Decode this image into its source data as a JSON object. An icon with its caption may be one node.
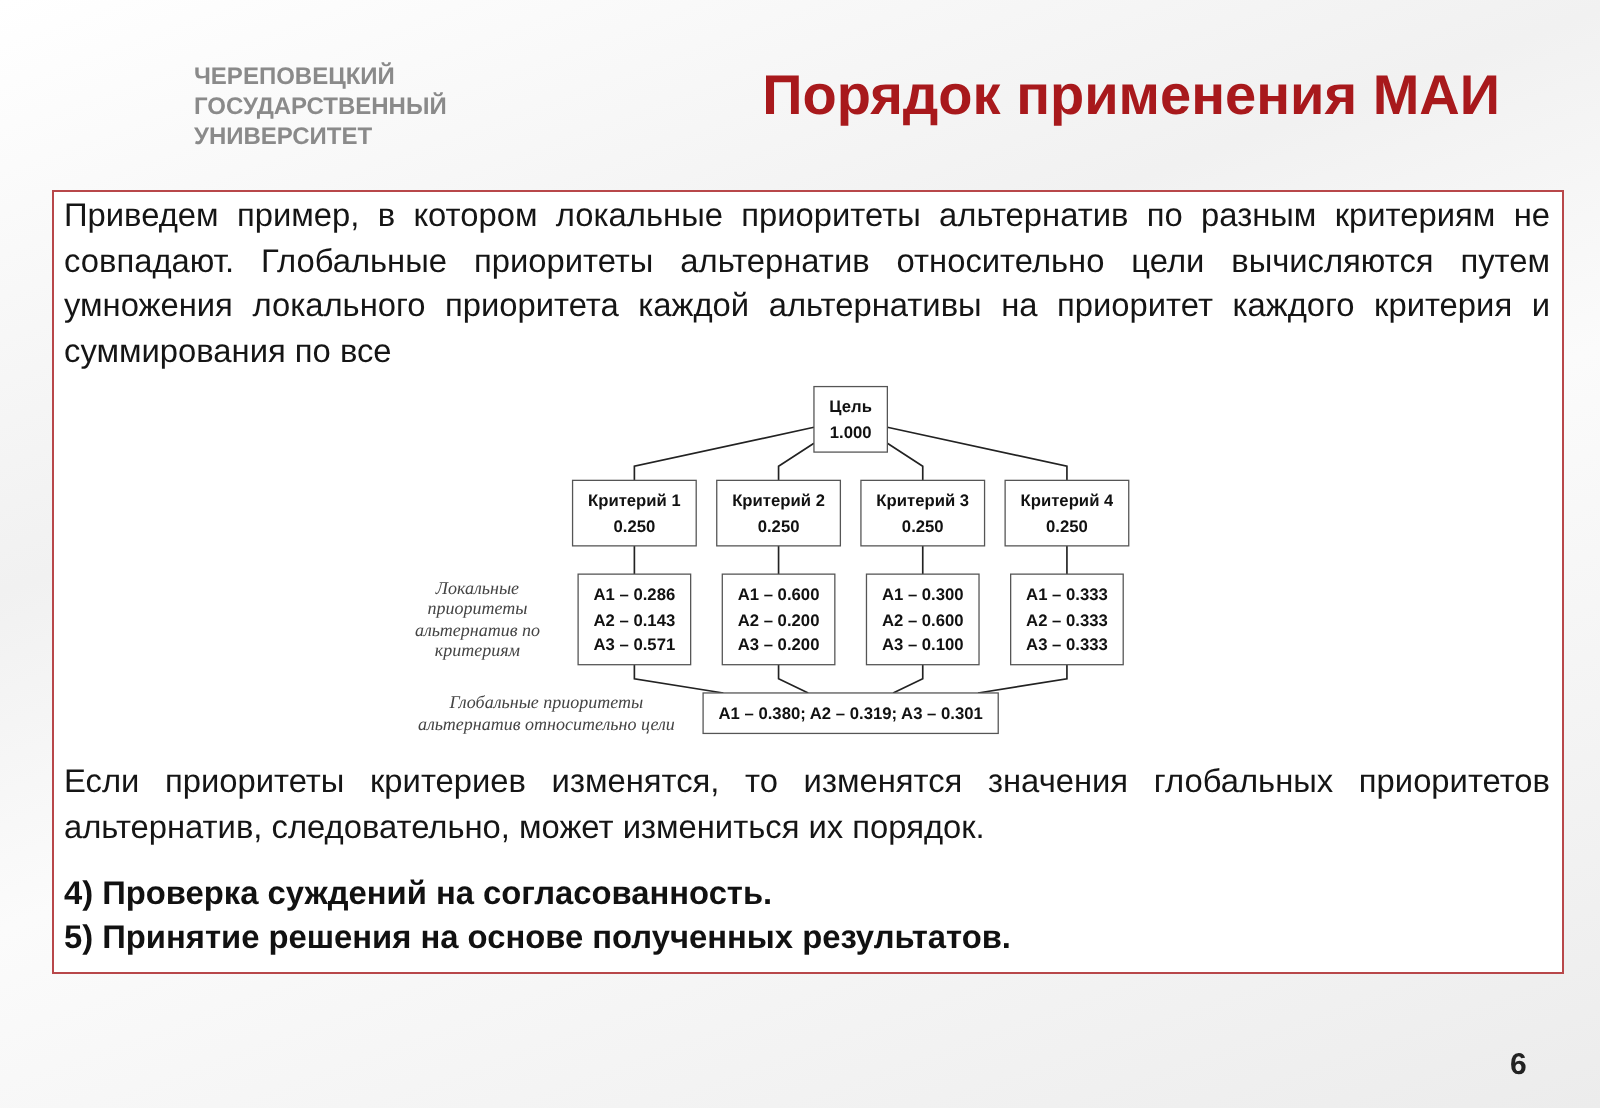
{
  "diagram": {
    "title": "Порядок применения МАИ",
    "nodes": [
      {
        "text": [
          "Цель",
          "1.000"
        ]
      },
      {
        "text": [
          "Критерий 1",
          "0.250"
        ]
      },
      {
        "text": [
          "Критерий 2",
          "0.250"
        ]
      },
      {
        "text": [
          "Критерий 3",
          "0.250"
        ]
      },
      {
        "text": [
          "Критерий 4",
          "0.250"
        ]
      },
      {
        "text": [
          "A1 – 0.286",
          "A2 – 0.143",
          "A3 – 0.571"
        ]
      },
      {
        "text": [
          "A1 – 0.600",
          "A2 – 0.200",
          "A3 – 0.200"
        ]
      },
      {
        "text": [
          "A1 – 0.300",
          "A2 – 0.600",
          "A3 – 0.100"
        ]
      },
      {
        "text": [
          "A1 – 0.333",
          "A2 – 0.333",
          "A3 – 0.333"
        ]
      },
      {
        "text": [
          "A1 – 0.380;   A2 – 0.319;   A3 – 0.301"
        ],
        "beside": [
          "Глобальные приоритеты альтернатив относительно цели"
        ]
      }
    ],
    "edges": [
      {
        "from": 0,
        "to": 1,
        "arrow": "none"
      },
      {
        "from": 0,
        "to": 2,
        "arrow": "none"
      },
      {
        "from": 0,
        "to": 3,
        "arrow": "none"
      },
      {
        "from": 0,
        "to": 4,
        "arrow": "none"
      },
      {
        "from": 1,
        "to": 5,
        "arrow": "none"
      },
      {
        "from": 2,
        "to": 6,
        "arrow": "none"
      },
      {
        "from": 3,
        "to": 7,
        "arrow": "none"
      },
      {
        "from": 4,
        "to": 8,
        "arrow": "none"
      },
      {
        "from": 5,
        "to": 9,
        "arrow": "none"
      },
      {
        "from": 6,
        "to": 9,
        "arrow": "none"
      },
      {
        "from": 7,
        "to": 9,
        "arrow": "none"
      },
      {
        "from": 8,
        "to": 9,
        "arrow": "none"
      }
    ],
    "labels": [
      "ЧЕРЕПОВЕЦКИЙ ГОСУДАРСТВЕННЫЙ УНИВЕРСИТЕТ",
      "Приведем пример, в котором локальные приоритеты альтернатив по разным критериям не совпадают. Глобальные приоритеты альтернатив относительно цели вычисляются путем умножения локального приоритета каждой альтернативы на приоритет каждого критерия и суммирования по все",
      "Локальные приоритеты альтернатив по критериям",
      "Если приоритеты критериев изменятся, то изменятся значения глобальных приоритетов альтернатив, следовательно, может измениться их порядок.",
      "4) Проверка суждений на согласованность.",
      "5) Принятие решения на основе полученных результатов.",
      "6"
    ]
  }
}
